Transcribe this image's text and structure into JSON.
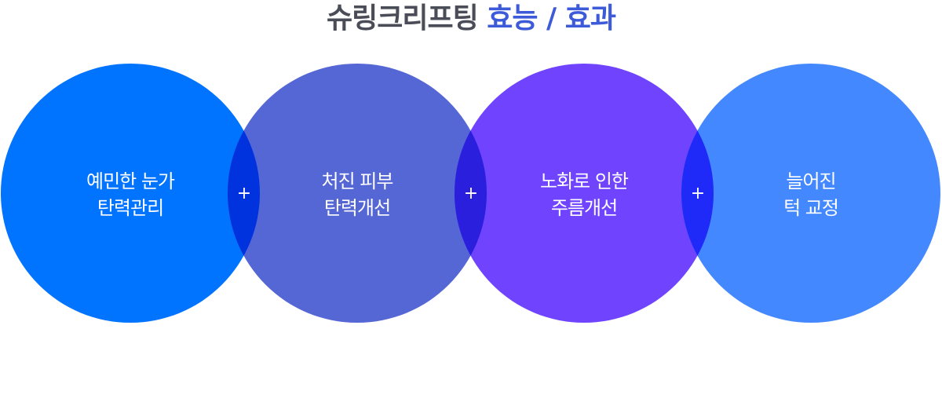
{
  "title": {
    "main": "슈링크리프팅",
    "highlight": "효능 / 효과"
  },
  "circles": [
    {
      "line1": "예민한 눈가",
      "line2": "탄력관리",
      "color": "#0073ff"
    },
    {
      "line1": "처진 피부",
      "line2": "탄력개선",
      "color": "#5566d5"
    },
    {
      "line1": "노화로 인한",
      "line2": "주름개선",
      "color": "#7044ff"
    },
    {
      "line1": "늘어진",
      "line2": "턱 교정",
      "color": "#4488ff"
    }
  ],
  "overlaps": [
    {
      "symbol": "+",
      "color": "#0033dd"
    },
    {
      "symbol": "+",
      "color": "#2a1fdd"
    },
    {
      "symbol": "+",
      "color": "#1f2af8"
    }
  ],
  "colors": {
    "title_dark": "#4a4d57",
    "title_accent": "#3d5bd9"
  }
}
